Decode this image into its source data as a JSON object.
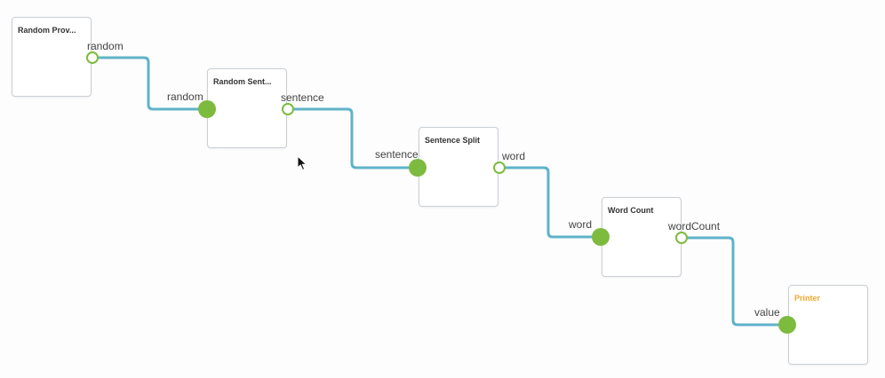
{
  "colors": {
    "wire": "#5fb3c9",
    "port": "#7dbb3f",
    "node_border": "#c9cfd6",
    "accent_title": "#f0a830"
  },
  "nodes": {
    "random_provider": {
      "title": "Random Prov...",
      "out_label": "random"
    },
    "random_sentence": {
      "title": "Random Sent...",
      "in_label": "random",
      "out_label": "sentence"
    },
    "sentence_split": {
      "title": "Sentence Split",
      "in_label": "sentence",
      "out_label": "word"
    },
    "word_count": {
      "title": "Word Count",
      "in_label": "word",
      "out_label": "wordCount"
    },
    "printer": {
      "title": "Printer",
      "in_label": "value"
    }
  },
  "icons": {
    "cursor": "mouse-pointer-icon"
  }
}
